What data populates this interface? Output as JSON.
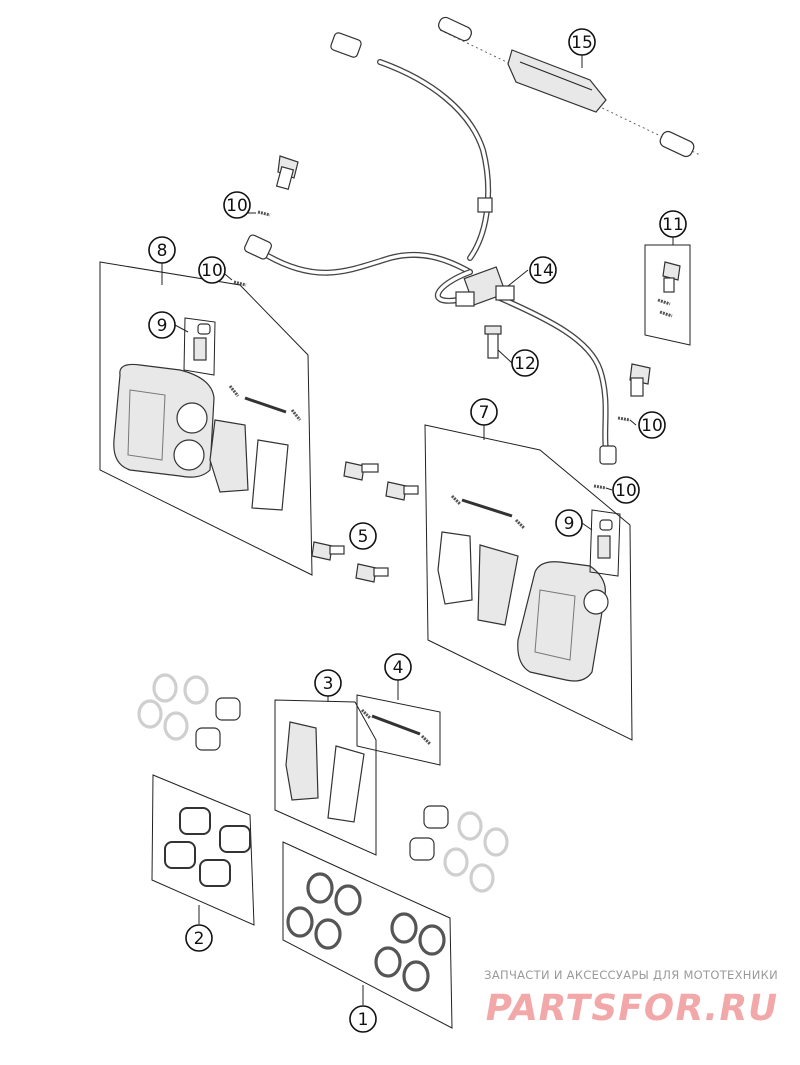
{
  "diagram": {
    "callouts": [
      "1",
      "2",
      "3",
      "4",
      "5",
      "7",
      "8",
      "9",
      "9",
      "10",
      "10",
      "10",
      "10",
      "11",
      "12",
      "14",
      "15"
    ]
  },
  "watermark": {
    "tagline": "ЗАПЧАСТИ И АКСЕССУАРЫ ДЛЯ МОТОТЕХНИКИ",
    "brand": "PARTSFOR.RU",
    "brand_color": "#f2a8a8"
  }
}
